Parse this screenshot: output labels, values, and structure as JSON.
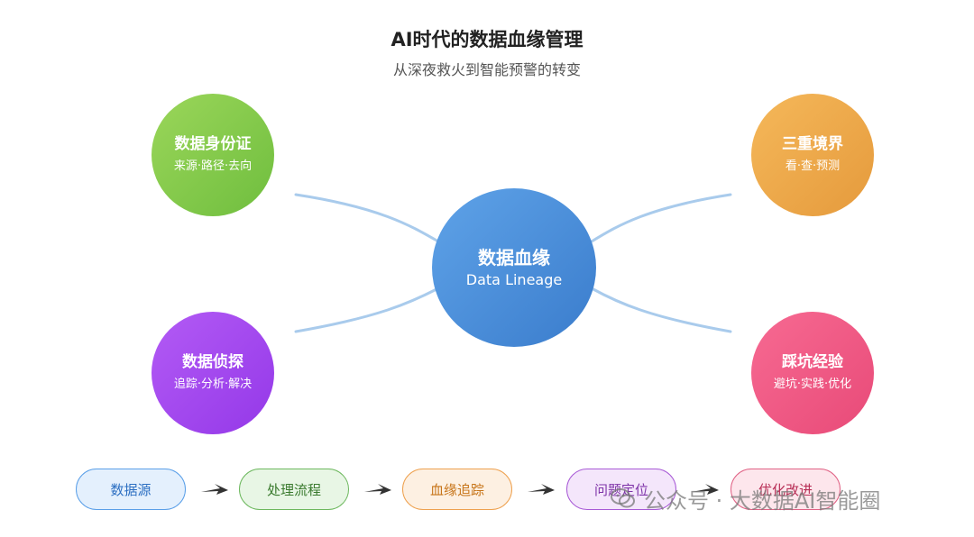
{
  "header": {
    "title": "AI时代的数据血缘管理",
    "subtitle": "从深夜救火到智能预警的转变"
  },
  "center": {
    "title": "数据血缘",
    "subtitle": "Data Lineage",
    "color": "#4a8ed8"
  },
  "nodes": [
    {
      "title": "数据身份证",
      "subtitle": "来源·路径·去向",
      "color": "#84ca4c"
    },
    {
      "title": "三重境界",
      "subtitle": "看·查·预测",
      "color": "#eda84a"
    },
    {
      "title": "数据侦探",
      "subtitle": "追踪·分析·解决",
      "color": "#a44bef"
    },
    {
      "title": "踩坑经验",
      "subtitle": "避坑·实践·优化",
      "color": "#f05a85"
    }
  ],
  "flow": [
    {
      "label": "数据源",
      "color": "#5a9fe8"
    },
    {
      "label": "处理流程",
      "color": "#6db85e"
    },
    {
      "label": "血缘追踪",
      "color": "#eea14f"
    },
    {
      "label": "问题定位",
      "color": "#a85ad6"
    },
    {
      "label": "优化改进",
      "color": "#e06285"
    }
  ],
  "watermark": {
    "text": "公众号 · 大数据AI智能圈",
    "icon": "wechat-icon"
  }
}
